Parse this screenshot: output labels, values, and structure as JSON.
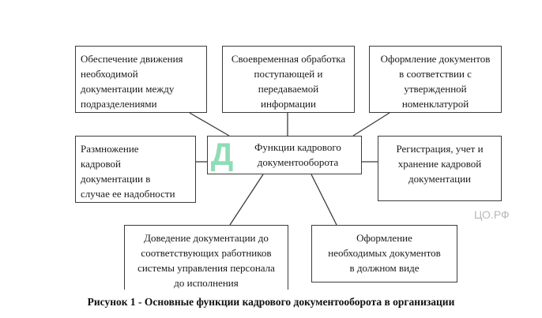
{
  "diagram": {
    "center": {
      "lines": [
        "Функции кадрового",
        "документооборота"
      ]
    },
    "watermark": {
      "accent": "Д",
      "rest": "ЦО.РФ",
      "accent_color": "#8fdcb6"
    },
    "nodes": {
      "top_left": [
        "Обеспечение движения",
        "необходимой",
        "документации между",
        "подразделениями"
      ],
      "top_center": [
        "Своевременная обработка",
        "поступающей и",
        "передаваемой",
        "информации"
      ],
      "top_right": [
        "Оформление документов",
        "в соответствии с",
        "утвержденной",
        "номенклатурой"
      ],
      "middle_left": [
        "Размножение",
        "кадровой",
        "документации в",
        "случае ее надобности"
      ],
      "middle_right": [
        "Регистрация, учет и",
        "хранение кадровой",
        "документации"
      ],
      "bottom_left": [
        "Доведение документации до",
        "соответствующих работников",
        "системы управления персонала",
        "до исполнения"
      ],
      "bottom_right": [
        "Оформление",
        "необходимых документов",
        "в должном виде"
      ]
    },
    "edges": [
      {
        "from": "center",
        "to": "top_left"
      },
      {
        "from": "center",
        "to": "top_center"
      },
      {
        "from": "center",
        "to": "top_right"
      },
      {
        "from": "center",
        "to": "middle_left"
      },
      {
        "from": "center",
        "to": "middle_right"
      },
      {
        "from": "center",
        "to": "bottom_left"
      },
      {
        "from": "center",
        "to": "bottom_right"
      }
    ],
    "line_color": "#3c3c3c"
  },
  "caption": "Рисунок 1 - Основные функции кадрового документооборота в организации"
}
